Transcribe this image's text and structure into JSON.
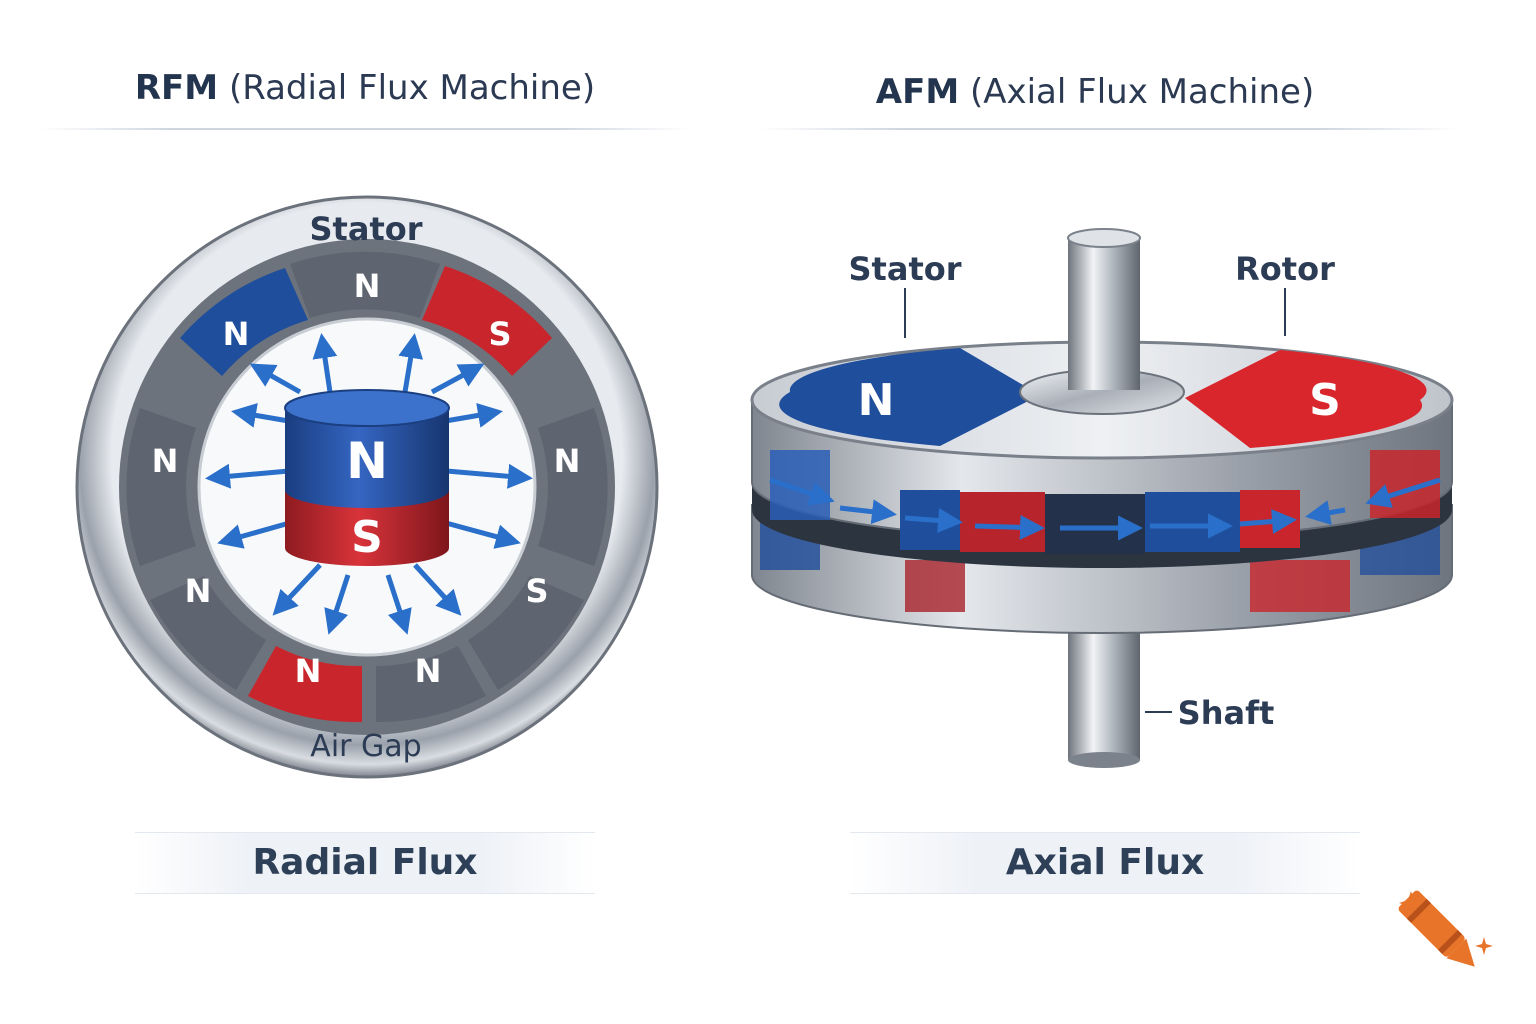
{
  "rfm": {
    "title_abbr": "RFM",
    "title_full": "(Radial Flux Machine)",
    "labels": {
      "stator": "Stator",
      "air_gap": "Air Gap"
    },
    "center_magnet": {
      "top": "N",
      "bottom": "S"
    },
    "poles": [
      "N",
      "N",
      "S",
      "N",
      "N",
      "N",
      "N",
      "S",
      "N"
    ],
    "caption": "Radial Flux"
  },
  "afm": {
    "title_abbr": "AFM",
    "title_full": "(Axial Flux Machine)",
    "labels": {
      "stator": "Stator",
      "rotor": "Rotor",
      "shaft": "Shaft"
    },
    "poles": [
      "N",
      "S"
    ],
    "caption": "Axial Flux"
  },
  "colors": {
    "north_blue": "#1f4e9c",
    "south_red": "#c8262c",
    "steel": "#b9bec6",
    "text": "#2d3c55",
    "flux_arrow": "#2a6fc9"
  }
}
